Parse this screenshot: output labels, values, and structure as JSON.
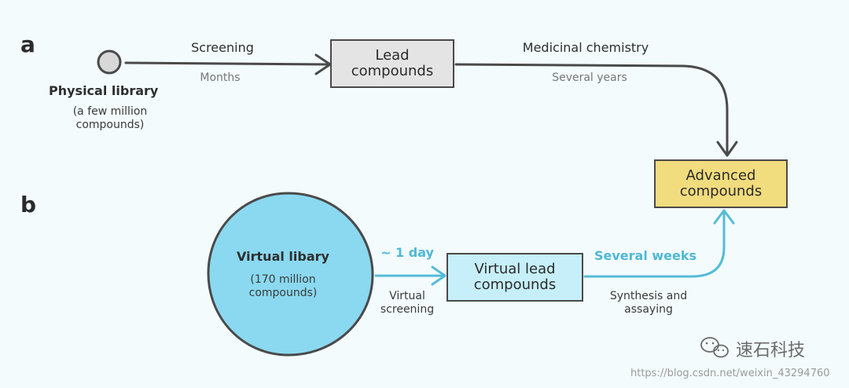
{
  "panel_a": {
    "letter": "a",
    "physical_library": {
      "title": "Physical library",
      "subtitle_line1": "(a few million",
      "subtitle_line2": "compounds)"
    },
    "screening": {
      "label": "Screening",
      "duration": "Months"
    },
    "lead_compounds": {
      "line1": "Lead",
      "line2": "compounds"
    },
    "medicinal_chemistry": {
      "label": "Medicinal chemistry",
      "duration": "Several years"
    }
  },
  "advanced_compounds": {
    "line1": "Advanced",
    "line2": "compounds"
  },
  "panel_b": {
    "letter": "b",
    "virtual_library": {
      "title": "Virtual libary",
      "subtitle_line1": "(170 million",
      "subtitle_line2": "compounds)"
    },
    "virtual_screening": {
      "duration": "~ 1 day",
      "label_line1": "Virtual",
      "label_line2": "screening"
    },
    "virtual_lead_compounds": {
      "line1": "Virtual lead",
      "line2": "compounds"
    },
    "synthesis": {
      "duration": "Several weeks",
      "label_line1": "Synthesis and",
      "label_line2": "assaying"
    }
  },
  "footer": {
    "brand": "速石科技",
    "watermark": "https://blog.csdn.net/weixin_43294760"
  },
  "colors": {
    "background": "#f3fbfd",
    "stroke_dark": "#4a4a4a",
    "lead_box_fill": "#e4e4e4",
    "advanced_box_fill": "#f1dc7e",
    "virtual_circle_fill": "#8ad9f0",
    "virtual_lead_fill": "#c6eff9",
    "accent_blue": "#55bbd9"
  },
  "icons": {
    "brand_logo": "wechat-icon"
  }
}
